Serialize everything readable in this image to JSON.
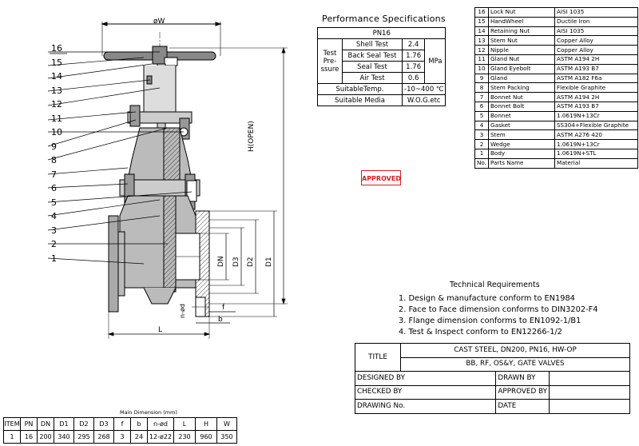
{
  "drawing": {
    "callouts": [
      "16",
      "15",
      "14",
      "13",
      "12",
      "11",
      "10",
      "9",
      "8",
      "7",
      "6",
      "5",
      "4",
      "3",
      "2",
      "1"
    ],
    "dims": {
      "w": "øW",
      "h": "H(OPEN)",
      "l": "L",
      "dn": "DN",
      "d3": "D3",
      "d2": "D2",
      "d1": "D1",
      "nd": "n-ød",
      "f": "f",
      "b": "b"
    }
  },
  "parts_list": {
    "rows": [
      [
        "16",
        "Lock Nut",
        "AISI 1035"
      ],
      [
        "15",
        "HandWheel",
        "Ductile Iron"
      ],
      [
        "14",
        "Retaining Nut",
        "AISI 1035"
      ],
      [
        "13",
        "Stem Nut",
        "Copper Alloy"
      ],
      [
        "12",
        "Nipple",
        "Copper Alloy"
      ],
      [
        "11",
        "Gland Nut",
        "ASTM A194 2H"
      ],
      [
        "10",
        "Gland Eyebolt",
        "ASTM A193 B7"
      ],
      [
        "9",
        "Gland",
        "ASTM A182 F6a"
      ],
      [
        "8",
        "Stem Packing",
        "Flexible Graphite"
      ],
      [
        "7",
        "Bonnet Nut",
        "ASTM A194 2H"
      ],
      [
        "6",
        "Bonnet Bolt",
        "ASTM A193 B7"
      ],
      [
        "5",
        "Bonnet",
        "1.0619N+13Cr"
      ],
      [
        "4",
        "Gasket",
        "SS304+Flexible Graphite"
      ],
      [
        "3",
        "Stem",
        "ASTM A276 420"
      ],
      [
        "2",
        "Wedge",
        "1.0619N+13Cr"
      ],
      [
        "1",
        "Body",
        "1.0619N+STL"
      ]
    ],
    "header": [
      "No.",
      "Parts Name",
      "Material"
    ]
  },
  "performance": {
    "title": "Performance Specifications",
    "pn": "PN16",
    "test_pressure_label": "Test Pre- ssure",
    "shell_label": "Shell Test",
    "shell_value": "2.4",
    "back_seal_label": "Back Seal Test",
    "back_seal_value": "1.76",
    "seal_label": "Seal Test",
    "seal_value": "1.76",
    "air_label": "Air Test",
    "air_value": "0.6",
    "unit": "MPa",
    "temp_label": "SuitableTemp.",
    "temp_value": "-10~400 ℃",
    "media_label": "Suitable Media",
    "media_value": "W.O.G.etc"
  },
  "approved": "APPROVED",
  "tech": {
    "title": "Technical Requirements",
    "items": [
      "1. Design & manufacture conform to EN1984",
      "2. Face to Face dimension conforms to DIN3202-F4",
      "3. Flange dimension conforms to EN1092-1/B1",
      "4. Test & Inspect conform to EN12266-1/2"
    ]
  },
  "title_block": {
    "title_label": "TITLE",
    "title_line1": "CAST STEEL, DN200, PN16, HW-OP",
    "title_line2": "BB, RF, OS&Y, GATE VALVES",
    "designed_by": "DESIGNED BY",
    "drawn_by": "DRAWN BY",
    "checked_by": "CHECKED BY",
    "approved_by": "APPROVED BY",
    "drawing_no": "DRAWING No.",
    "date": "DATE"
  },
  "main_dimension": {
    "title": "Main Dimension (mm)",
    "headers": [
      "ITEM",
      "PN",
      "DN",
      "D1",
      "D2",
      "D3",
      "f",
      "b",
      "n-ød",
      "L",
      "H",
      "W"
    ],
    "row": [
      "1",
      "16",
      "200",
      "340",
      "295",
      "268",
      "3",
      "24",
      "12-ø22",
      "230",
      "960",
      "350"
    ]
  }
}
